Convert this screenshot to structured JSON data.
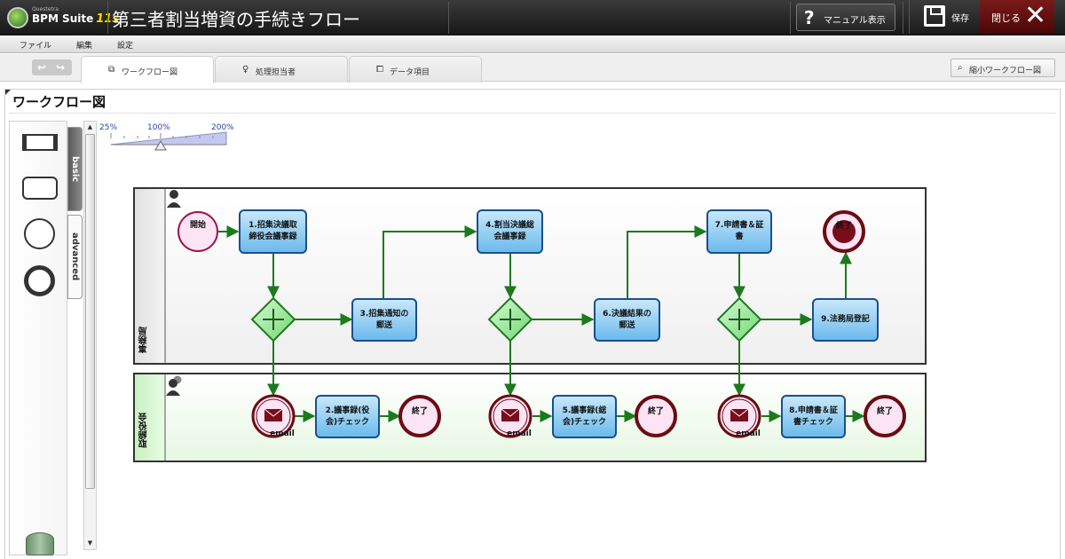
{
  "app": {
    "logo_small": "Questetra",
    "logo_text": "BPM Suite",
    "logo_version": "11s",
    "title": "第三者割当増資の手続きフロー",
    "manual_label": "マニュアル表示",
    "save_label": "保存",
    "close_label": "閉じる"
  },
  "menu": [
    "ファイル",
    "編集",
    "設定"
  ],
  "tabs": [
    {
      "label": "ワークフロー図",
      "icon": "workflow-icon",
      "active": true
    },
    {
      "label": "処理担当者",
      "icon": "person-icon",
      "active": false
    },
    {
      "label": "データ項目",
      "icon": "copy-icon",
      "active": false
    }
  ],
  "mini_button_label": "縮小ワークフロー図",
  "panel_title": "ワークフロー図",
  "palette": {
    "tabs": [
      "basic",
      "advanced"
    ]
  },
  "zoom": {
    "labels": [
      "25%",
      "100%",
      "200%"
    ],
    "value_percent": 100
  },
  "lanes": [
    {
      "label": "事務局"
    },
    {
      "label": "取締役会"
    }
  ],
  "nodes": {
    "start": "開始",
    "t1": [
      "1.招集決議取",
      "締役会議事録"
    ],
    "t2": [
      "2.議事録(役",
      "会)チェック"
    ],
    "t3": [
      "3.招集通知の",
      "郵送"
    ],
    "t4": [
      "4.割当決議総",
      "会議事録"
    ],
    "t5": [
      "5.議事録(総",
      "会)チェック"
    ],
    "t6": [
      "6.決議結果の",
      "郵送"
    ],
    "t7": [
      "7.申請書＆証",
      "書"
    ],
    "t8": [
      "8.申請書＆証",
      "書チェック"
    ],
    "t9": "9.法務局登記",
    "end_top": "終了",
    "end1": "終了",
    "end2": "終了",
    "end3": "終了",
    "email": "email"
  },
  "colors": {
    "task_fill": "#7fc7f2",
    "task_stroke": "#1b4f8a",
    "gateway_fill": "#a6efa6",
    "gateway_stroke": "#1e7a1e",
    "arrow": "#1c7a1c",
    "event_fill": "#fce4f4",
    "event_stroke": "#6b0c14",
    "title_bar": "#1e1e1e",
    "close_button": "#5a0b0b"
  }
}
